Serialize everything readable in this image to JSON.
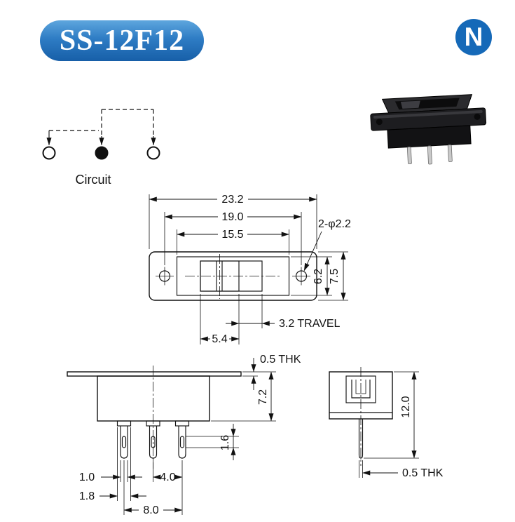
{
  "header": {
    "model": "SS-12F12",
    "logo_letter": "N"
  },
  "colors": {
    "badge_blue": "#2e7cc4",
    "logo_blue": "#1569b8",
    "line_color": "#111111"
  },
  "circuit": {
    "label": "Circuit"
  },
  "top_view": {
    "overall_width": "23.2",
    "hole_spacing": "19.0",
    "body_width": "15.5",
    "holes_note": "2-φ2.2",
    "body_depth": "6.2",
    "flange_depth": "7.5",
    "travel": "3.2 TRAVEL",
    "knob_width": "5.4"
  },
  "side_view": {
    "plate_thickness": "0.5 THK",
    "body_height": "7.2",
    "pin_width": "1.0",
    "boss_width": "1.8",
    "pin_pitch": "4.0",
    "pin_hole": "1.6",
    "pin_span": "8.0"
  },
  "end_view": {
    "total_height": "12.0",
    "pin_thickness": "0.5 THK"
  }
}
